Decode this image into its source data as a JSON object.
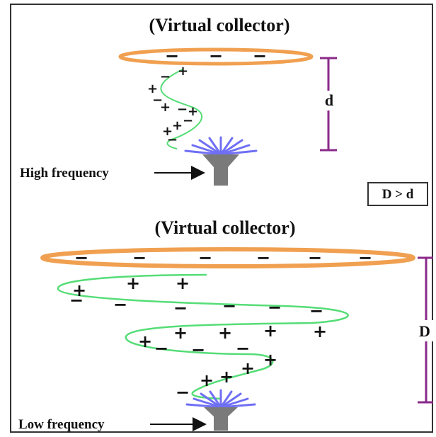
{
  "top_panel": {
    "title": "(Virtual collector)",
    "nozzle_label": "High frequency",
    "dimension_label": "d"
  },
  "bottom_panel": {
    "title": "(Virtual collector)",
    "nozzle_label": "Low frequency",
    "dimension_label": "D"
  },
  "comparison_label": "D > d",
  "colors": {
    "ring": "#f0a050",
    "jet": "#55dd77",
    "dimension": "#8a2a8a",
    "nozzle": "#7a7a7a",
    "spray": "#6f6ff5"
  },
  "icons": [
    "nozzle-icon",
    "arrow-icon"
  ]
}
